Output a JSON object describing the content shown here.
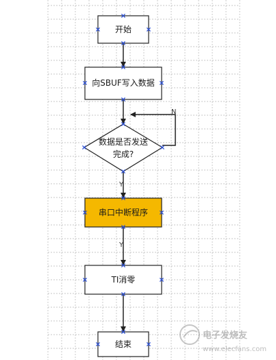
{
  "diagram": {
    "nodes": [
      {
        "id": "start",
        "label": "开始"
      },
      {
        "id": "write",
        "label": "向SBUF写入数据"
      },
      {
        "id": "decision",
        "line1": "数据是否发送",
        "line2": "完成?"
      },
      {
        "id": "isr",
        "label": "串口中断程序"
      },
      {
        "id": "clear",
        "label": "TI消零"
      },
      {
        "id": "end",
        "label": "结束"
      }
    ],
    "edges": {
      "loop_no": "N",
      "yes_1": "Y",
      "yes_2": "Y"
    }
  },
  "watermark": {
    "line1": "电子发烧友",
    "line2": "www.elecfans.com"
  },
  "colors": {
    "grid": "#b5b5b5",
    "stroke": "#222222",
    "highlight_fill": "#f5b800",
    "handle": "#2a4fd6"
  }
}
